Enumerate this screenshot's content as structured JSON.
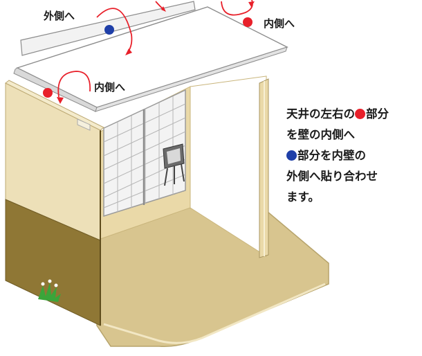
{
  "labels": {
    "outside_top": "外側へ",
    "inside_top": "内側へ",
    "inside_left": "内側へ"
  },
  "instructions": {
    "line1_pre": "天井の左右の",
    "line1_post": "部分",
    "line2": "を壁の内側へ",
    "line3_post": "部分を内壁の",
    "line4": "外側へ貼り合わせ",
    "line5": "ます。"
  },
  "colors": {
    "red_marker": "#e8202a",
    "blue_marker": "#1f3fa8",
    "arrow": "#e8202a",
    "wall": "#ede0b8",
    "wainscot": "#8f7735",
    "floor": "#d8c58f"
  }
}
